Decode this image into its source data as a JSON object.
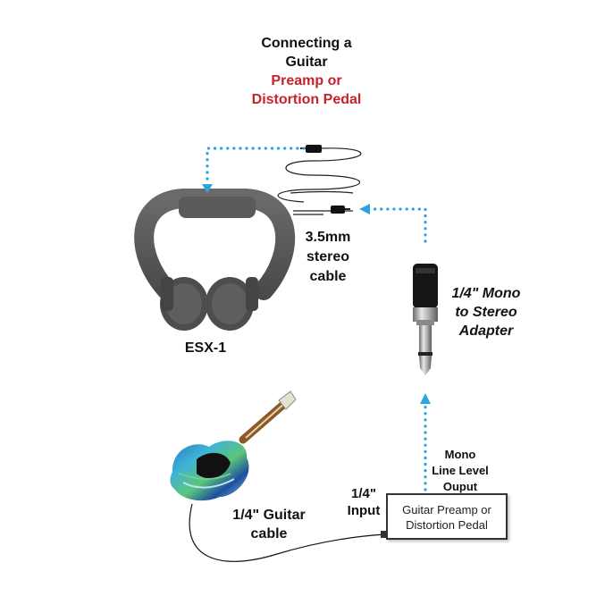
{
  "title": {
    "line1": "Connecting a",
    "line2": "Guitar",
    "line3": "Preamp or",
    "line4": "Distortion Pedal"
  },
  "headphones": {
    "label": "ESX-1"
  },
  "stereo_cable": {
    "line1": "3.5mm",
    "line2": "stereo",
    "line3": "cable"
  },
  "adapter": {
    "line1": "1/4\" Mono",
    "line2": "to Stereo",
    "line3": "Adapter"
  },
  "preamp": {
    "output_line1": "Mono",
    "output_line2": "Line Level",
    "output_line3": "Ouput",
    "input_line1": "1/4\"",
    "input_line2": "Input",
    "box_line1": "Guitar Preamp or",
    "box_line2": "Distortion Pedal"
  },
  "guitar_cable": {
    "line1": "1/4\" Guitar",
    "line2": "cable"
  },
  "colors": {
    "title_accent": "#c8202f",
    "signal_flow": "#2ea3dd",
    "headphone_body": "#5a5a5a"
  }
}
